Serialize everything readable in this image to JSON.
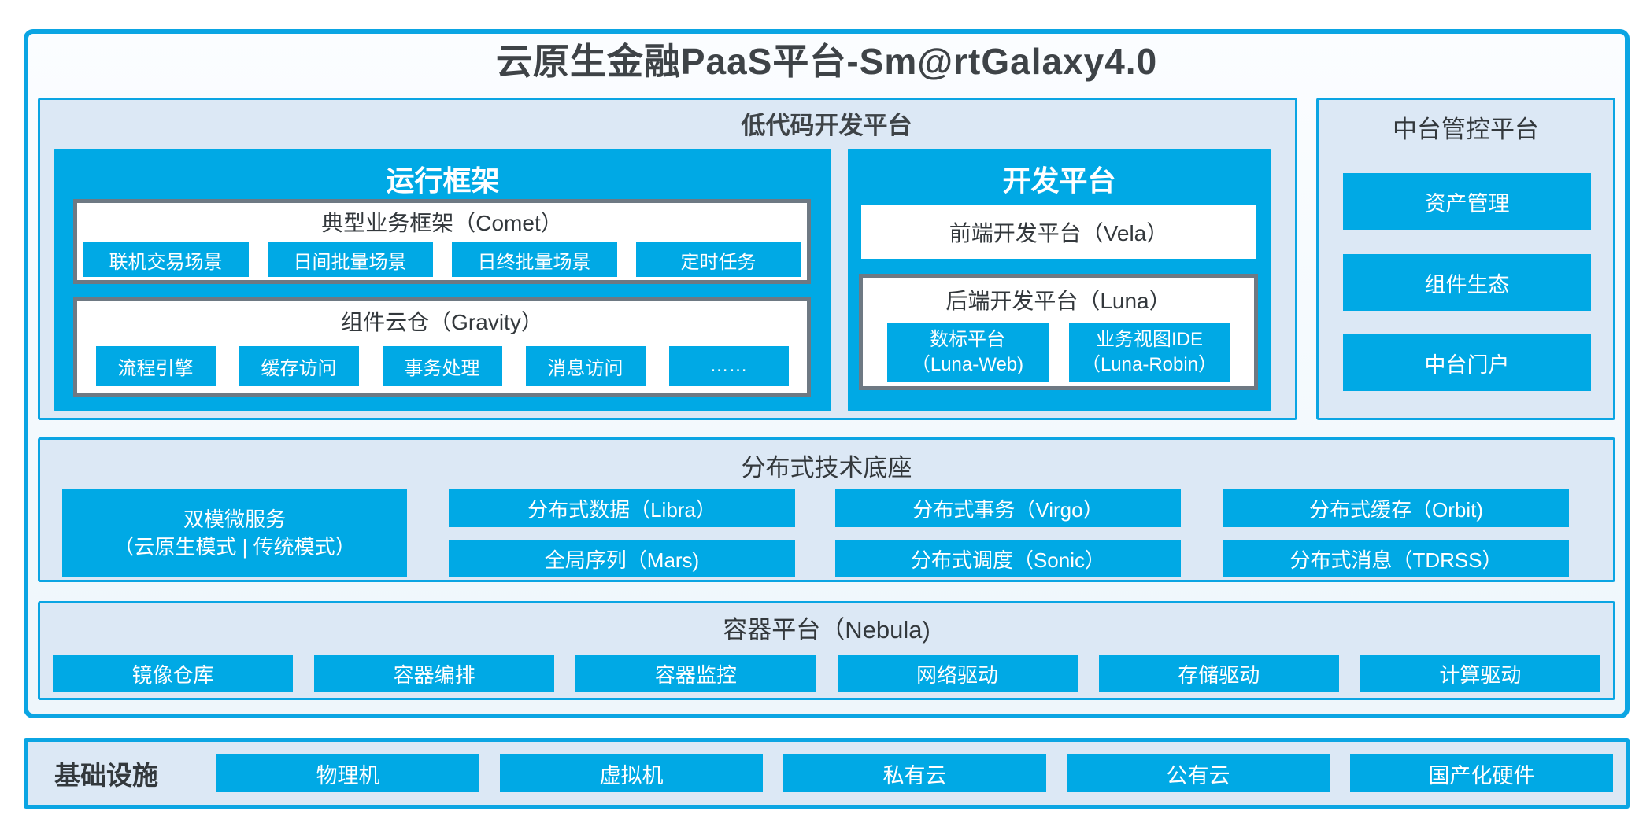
{
  "title": "云原生金融PaaS平台-Sm@rtGalaxy4.0",
  "colors": {
    "accent_blue": "#00A9E5",
    "border_blue": "#0BA5E3",
    "panel_bg": "#DCE8F5",
    "gray_border": "#6E7983",
    "dark_text": "#3E4347"
  },
  "lowcode": {
    "label": "低代码开发平台",
    "runtime": {
      "title": "运行框架",
      "comet": {
        "title": "典型业务框架（Comet）",
        "items": [
          "联机交易场景",
          "日间批量场景",
          "日终批量场景",
          "定时任务"
        ]
      },
      "gravity": {
        "title": "组件云仓（Gravity）",
        "items": [
          "流程引擎",
          "缓存访问",
          "事务处理",
          "消息访问",
          "……"
        ]
      }
    },
    "dev": {
      "title": "开发平台",
      "vela": "前端开发平台（Vela）",
      "luna": {
        "title": "后端开发平台（Luna）",
        "items": [
          {
            "line1": "数标平台",
            "line2": "（Luna-Web)"
          },
          {
            "line1": "业务视图IDE",
            "line2": "（Luna-Robin）"
          }
        ]
      }
    }
  },
  "midplatform": {
    "label": "中台管控平台",
    "items": [
      "资产管理",
      "组件生态",
      "中台门户"
    ]
  },
  "distributed": {
    "label": "分布式技术底座",
    "dual_mode": {
      "line1": "双模微服务",
      "line2": "（云原生模式 | 传统模式）"
    },
    "grid": [
      [
        "分布式数据（Libra）",
        "分布式事务（Virgo）",
        "分布式缓存（Orbit)"
      ],
      [
        "全局序列（Mars)",
        "分布式调度（Sonic）",
        "分布式消息（TDRSS）"
      ]
    ]
  },
  "container_platform": {
    "label": "容器平台（Nebula)",
    "items": [
      "镜像仓库",
      "容器编排",
      "容器监控",
      "网络驱动",
      "存储驱动",
      "计算驱动"
    ]
  },
  "infrastructure": {
    "label": "基础设施",
    "items": [
      "物理机",
      "虚拟机",
      "私有云",
      "公有云",
      "国产化硬件"
    ]
  }
}
